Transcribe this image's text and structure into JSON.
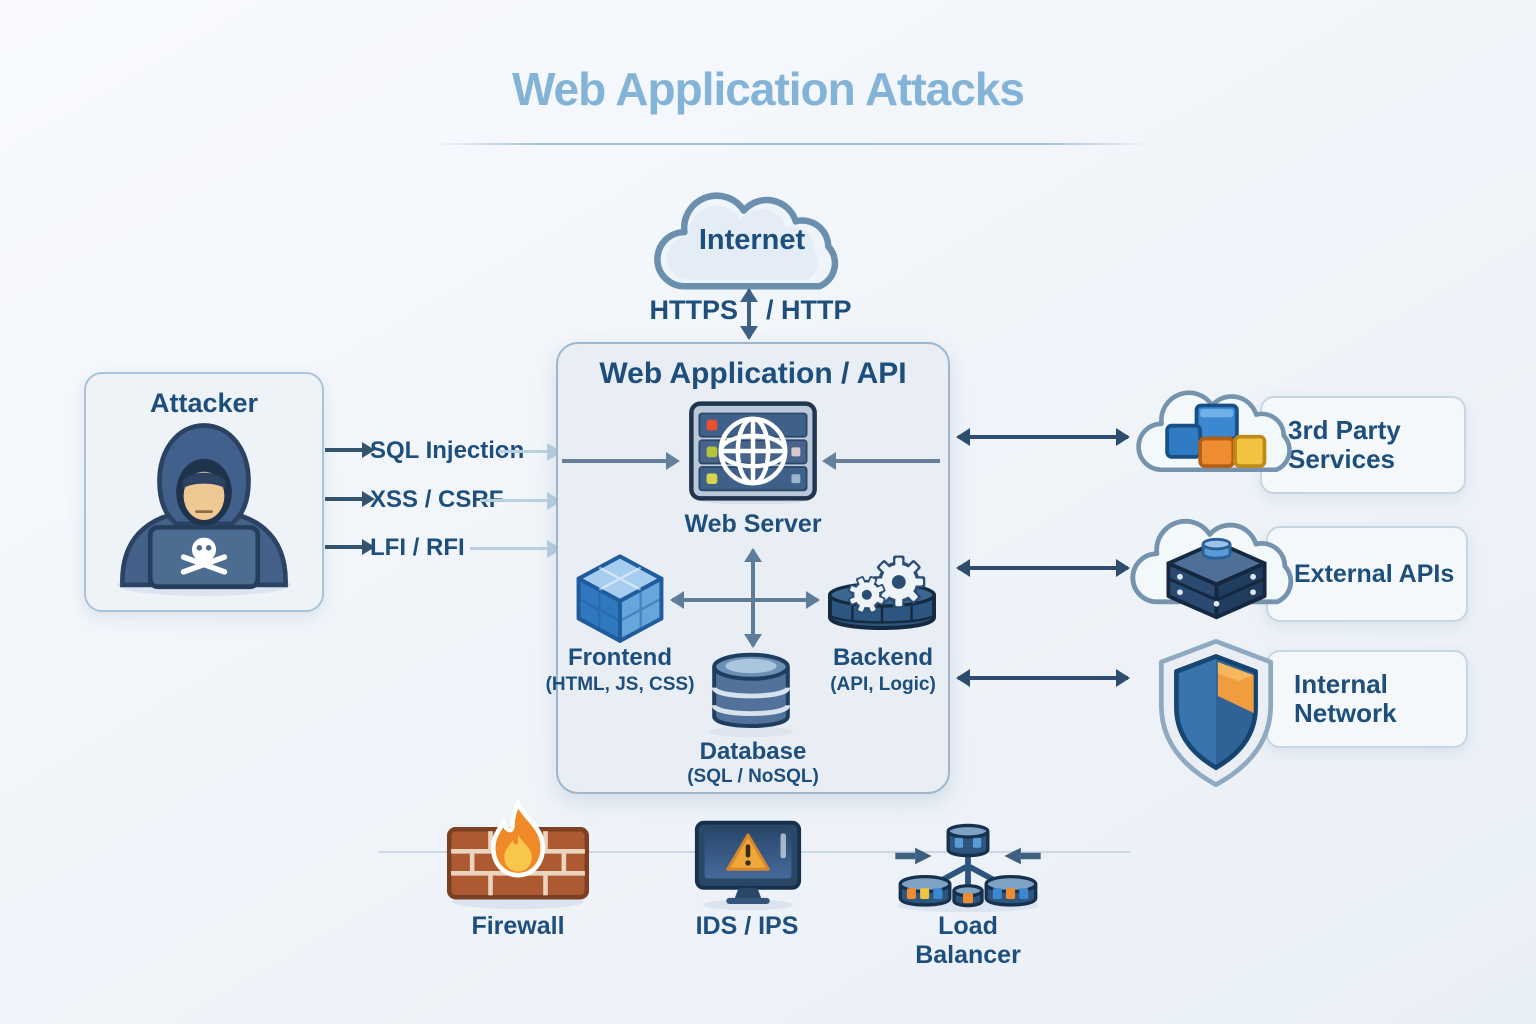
{
  "title": "Web Application Attacks",
  "internet": {
    "label": "Internet",
    "protocol_left": "HTTPS",
    "protocol_right": "/ HTTP"
  },
  "attacker": {
    "title": "Attacker",
    "attacks": [
      "SQL Injection",
      "XSS / CSRF",
      "LFI / RFI"
    ]
  },
  "webapp": {
    "title": "Web Application / API",
    "web_server_label": "Web Server",
    "frontend_label": "Frontend",
    "frontend_sub": "(HTML, JS, CSS)",
    "backend_label": "Backend",
    "backend_sub": "(API, Logic)",
    "database_label": "Database",
    "database_sub": "(SQL / NoSQL)"
  },
  "right_panel": [
    {
      "label": "3rd Party Services",
      "icon": "cloud-apps-icon"
    },
    {
      "label": "External APIs",
      "icon": "cloud-server-icon"
    },
    {
      "label": "Internal Network",
      "icon": "shield-icon"
    }
  ],
  "bottom_row": [
    {
      "label": "Firewall",
      "icon": "firewall-icon"
    },
    {
      "label": "IDS / IPS",
      "icon": "ids-monitor-icon"
    },
    {
      "label": "Load Balancer",
      "icon": "load-balancer-icon"
    }
  ],
  "colors": {
    "title_blue": "#84b3d8",
    "navy_text": "#1d4e7c",
    "arrow_dark": "#2e4d6e",
    "arrow_light": "#b9cfe2",
    "box_fill": "#e9eef5",
    "box_border": "#9db6cc"
  }
}
